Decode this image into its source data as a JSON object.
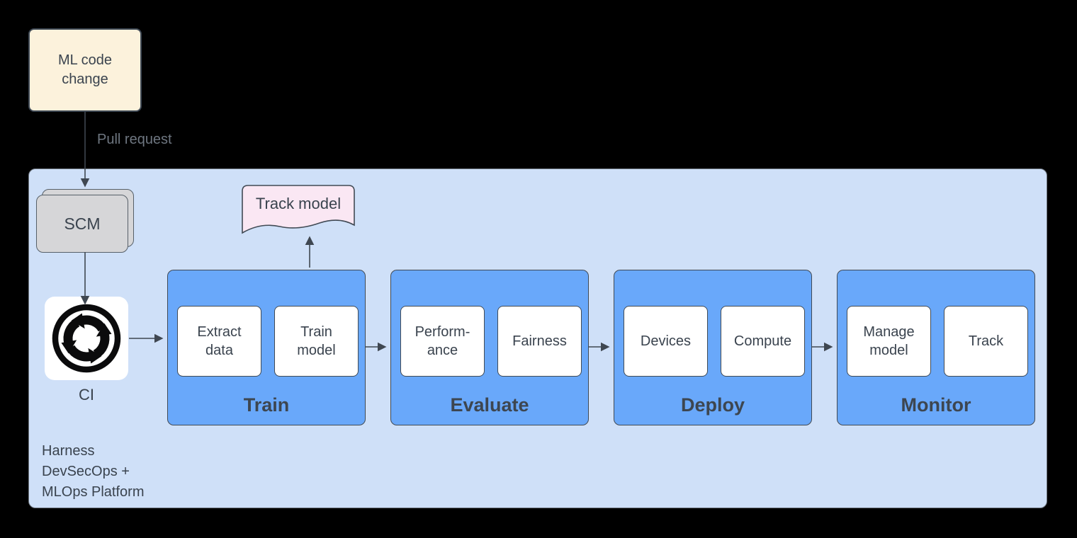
{
  "diagram": {
    "source": {
      "label": "ML code change"
    },
    "edges": {
      "pull_request_label": "Pull request"
    },
    "platform": {
      "label_lines": [
        "Harness",
        "DevSecOps +",
        "MLOps Platform"
      ],
      "scm_label": "SCM",
      "ci_label": "CI",
      "track_model_label": "Track model",
      "stages": [
        {
          "title": "Train",
          "items": [
            "Extract data",
            "Train model"
          ]
        },
        {
          "title": "Evaluate",
          "items": [
            "Perform-ance",
            "Fairness"
          ]
        },
        {
          "title": "Deploy",
          "items": [
            "Devices",
            "Compute"
          ]
        },
        {
          "title": "Monitor",
          "items": [
            "Manage model",
            "Track"
          ]
        }
      ]
    },
    "colors": {
      "background": "#000000",
      "note_fill": "#FCF2DC",
      "container_fill": "#CFE0F8",
      "container_border": "#6E7680",
      "stage_fill": "#69A8FA",
      "shape_border": "#414A54",
      "scm_fill": "#D6D6D8",
      "doc_fill": "#FAE7F3",
      "text": "#3A434E",
      "edge": "#3F4751",
      "edge_label": "#6E7680",
      "ci_icon": "#0B0B0C"
    }
  }
}
